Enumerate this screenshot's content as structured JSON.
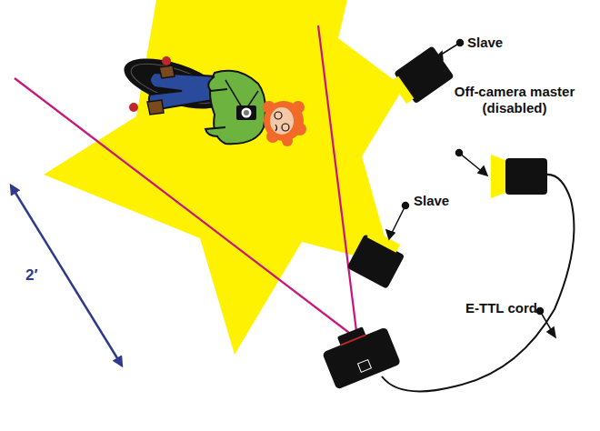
{
  "diagram": {
    "labels": [
      "Slave",
      "Off-camera master (disabled)",
      "Slave",
      "E-TTL cord",
      "2′"
    ]
  }
}
